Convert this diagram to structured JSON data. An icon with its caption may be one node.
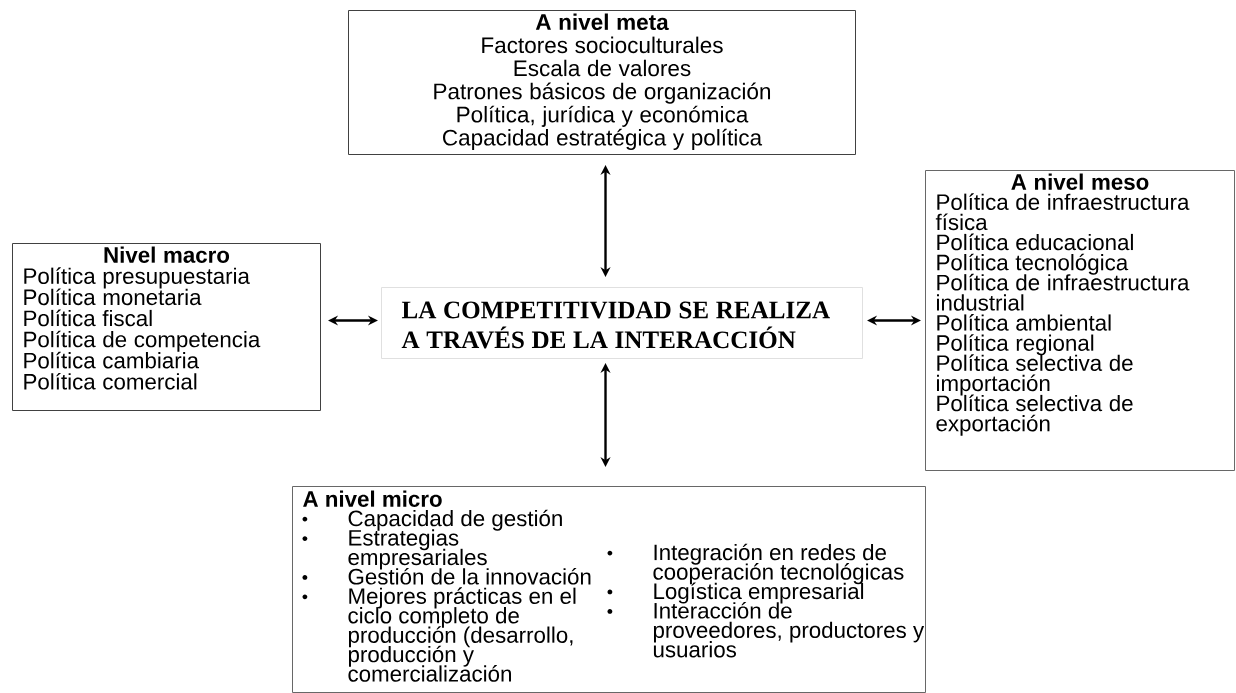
{
  "diagram": {
    "nodes": [
      {
        "text": [
          "A nivel meta",
          "Factores socioculturales",
          "Escala de valores",
          "Patrones básicos de organización",
          "Política, jurídica y económica",
          "Capacidad estratégica y política"
        ]
      },
      {
        "text": [
          "Nivel macro",
          "Política presupuestaria",
          "Política monetaria",
          "Política fiscal",
          "Política de competencia",
          "Política cambiaria",
          "Política comercial"
        ]
      },
      {
        "text": [
          "LA COMPETITIVIDAD SE REALIZA A TRAVÉS DE LA INTERACCIÓN"
        ]
      },
      {
        "text": [
          "A nivel meso",
          "Política de infraestructura física",
          "Política educacional",
          "Política tecnológica",
          "Política de infraestructura industrial",
          "Política ambiental",
          "Política regional",
          "Política selectiva de importación",
          "Política selectiva de exportación"
        ]
      },
      {
        "text": [
          "A nivel micro",
          "Capacidad de gestión",
          "Estrategias empresariales",
          "Gestión de la innovación",
          "Mejores prácticas en el ciclo completo de producción (desarrollo, producción y comercialización",
          "Integración en redes de cooperación tecnológicas",
          "Logística empresarial",
          "Interacción de proveedores, productores y usuarios"
        ]
      }
    ],
    "edges": [
      {
        "from": 0,
        "to": 2,
        "arrow": "both"
      },
      {
        "from": 1,
        "to": 2,
        "arrow": "both"
      },
      {
        "from": 2,
        "to": 3,
        "arrow": "both"
      },
      {
        "from": 2,
        "to": 4,
        "arrow": "both"
      }
    ]
  }
}
